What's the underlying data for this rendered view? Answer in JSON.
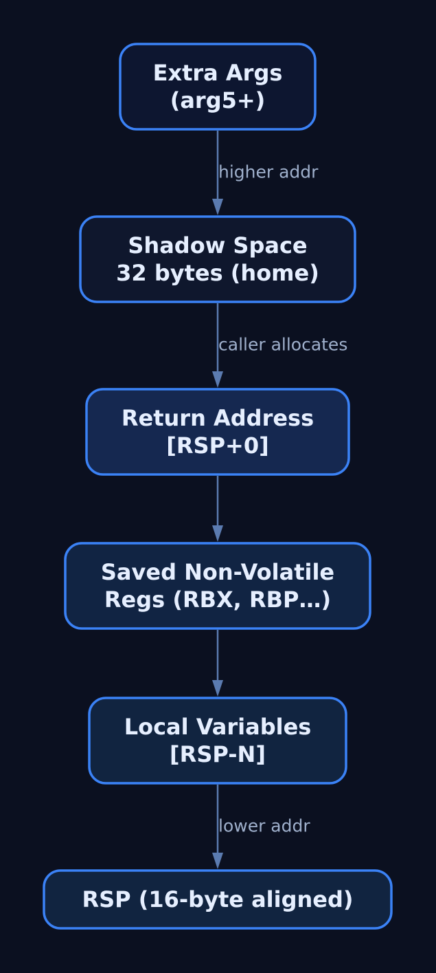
{
  "diagram": {
    "nodes": [
      {
        "id": "extra-args",
        "lines": [
          "Extra Args",
          "(arg5+)"
        ],
        "fill": "#0d1630"
      },
      {
        "id": "shadow-space",
        "lines": [
          "Shadow Space",
          "32 bytes (home)"
        ],
        "fill": "#0f172d"
      },
      {
        "id": "return-address",
        "lines": [
          "Return Address",
          "[RSP+0]"
        ],
        "fill": "#152850"
      },
      {
        "id": "saved-regs",
        "lines": [
          "Saved Non-Volatile",
          "Regs (RBX, RBP…)"
        ],
        "fill": "#112443"
      },
      {
        "id": "local-vars",
        "lines": [
          "Local Variables",
          "[RSP-N]"
        ],
        "fill": "#112440"
      },
      {
        "id": "rsp",
        "lines": [
          "RSP (16-byte aligned)"
        ],
        "fill": "#112440"
      }
    ],
    "edges": [
      {
        "from": "extra-args",
        "to": "shadow-space",
        "label": "higher addr"
      },
      {
        "from": "shadow-space",
        "to": "return-address",
        "label": "caller allocates"
      },
      {
        "from": "return-address",
        "to": "saved-regs",
        "label": ""
      },
      {
        "from": "saved-regs",
        "to": "local-vars",
        "label": ""
      },
      {
        "from": "local-vars",
        "to": "rsp",
        "label": "lower addr"
      }
    ],
    "colors": {
      "background": "#0b1020",
      "node_border": "#3b82f6",
      "node_text": "#e6efff",
      "edge": "#5b7bb0",
      "edge_label": "#9fb0cc"
    }
  }
}
